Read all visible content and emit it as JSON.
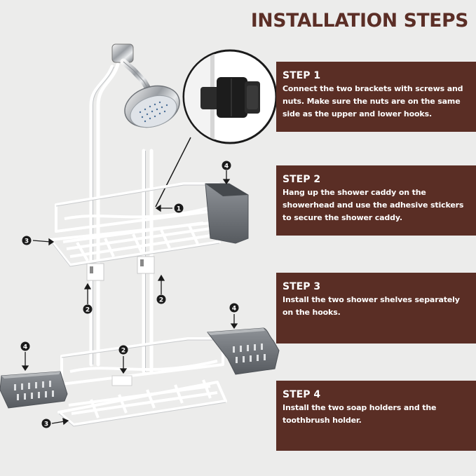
{
  "title": "INSTALLATION STEPS",
  "steps": [
    {
      "heading": "STEP 1",
      "text": "Connect the two brackets with screws and nuts. Make sure the nuts are on the same side as the upper and lower hooks."
    },
    {
      "heading": "STEP 2",
      "text": "Hang up the shower caddy on the showerhead and use the adhesive stickers to secure the shower caddy."
    },
    {
      "heading": "STEP 3",
      "text": "Install the two shower shelves separately on the hooks."
    },
    {
      "heading": "STEP 4",
      "text": "Install the two soap holders and the toothbrush holder."
    }
  ],
  "callouts": {
    "c1": "1",
    "c2": "2",
    "c3": "3",
    "c4": "4"
  },
  "colors": {
    "accent": "#5a2e25",
    "background": "#ececeb",
    "metal": "#ffffff",
    "holder": "#6b6f73"
  },
  "icons": [
    "shower-head-icon",
    "bracket-nut-icon",
    "shower-caddy-icon",
    "soap-holder-icon"
  ]
}
